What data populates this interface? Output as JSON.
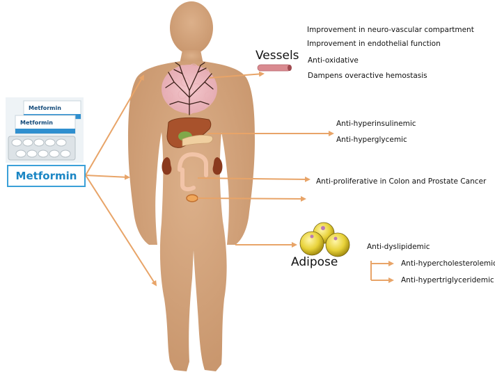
{
  "drug": {
    "name": "Metformin"
  },
  "package": {
    "brand_1": "Metformin",
    "brand_2": "Metformin"
  },
  "organs": {
    "vessels": "Vessels",
    "adipose": "Adipose"
  },
  "vessel_effects": [
    "Improvement in neuro-vascular compartment",
    "Improvement in endothelial function",
    "Anti-oxidative",
    "Dampens overactive hemostasis"
  ],
  "liver_effects": [
    "Anti-hyperinsulinemic",
    "Anti-hyperglycemic"
  ],
  "cancer_effect": "Anti-proliferative in Colon and Prostate Cancer",
  "adipose_effects": {
    "main": "Anti-dyslipidemic",
    "sub": [
      "Anti-hypercholesterolemic",
      "Anti-hypertriglyceridemic"
    ]
  },
  "colors": {
    "arrow": "#e8a468",
    "body": "#d4a57e",
    "drug_border": "#3aa0d8",
    "drug_text": "#1b86c4"
  }
}
